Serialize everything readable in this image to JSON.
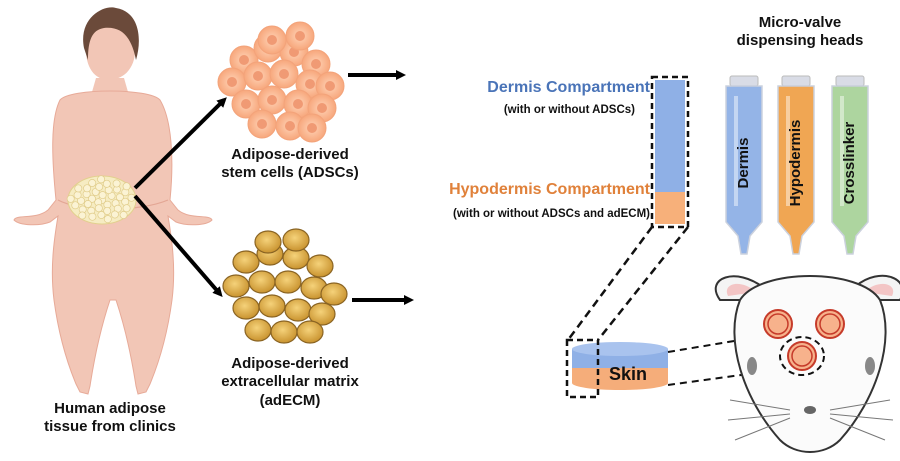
{
  "source": {
    "label_line1": "Human adipose",
    "label_line2": "tissue from clinics"
  },
  "adscs": {
    "label_line1": "Adipose-derived",
    "label_line2": "stem cells (ADSCs)"
  },
  "adecm": {
    "label_line1": "Adipose-derived",
    "label_line2": "extracellular matrix",
    "label_line3": "(adECM)"
  },
  "dermis_compartment": {
    "title": "Dermis Compartment",
    "subtitle": "(with or without ADSCs)",
    "color": "#4a74b8"
  },
  "hypodermis_compartment": {
    "title": "Hypodermis Compartment",
    "subtitle": "(with or without ADSCs and adECM)",
    "color": "#e0813a"
  },
  "heads": {
    "title_line1": "Micro-valve",
    "title_line2": "dispensing heads",
    "items": [
      {
        "label": "Dermis",
        "color": "#8fb0e6"
      },
      {
        "label": "Hypodermis",
        "color": "#f0a24a"
      },
      {
        "label": "Crosslinker",
        "color": "#a9d39a"
      }
    ]
  },
  "skin": {
    "label": "Skin"
  },
  "icons": [
    "human-figure-icon",
    "adsc-cluster-icon",
    "adecm-particles-icon",
    "syringe-icon",
    "mouse-head-icon",
    "skin-disc-icon"
  ]
}
